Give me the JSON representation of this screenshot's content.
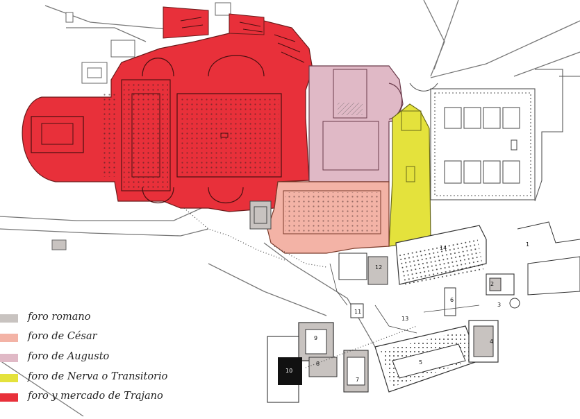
{
  "legend": {
    "items": [
      {
        "label": "foro romano",
        "color": "#c8c3c0"
      },
      {
        "label": "foro de César",
        "color": "#f3b3a6"
      },
      {
        "label": "foro de Augusto",
        "color": "#e0b9c6"
      },
      {
        "label": "foro de Nerva o Transitorio",
        "color": "#e4e23c"
      },
      {
        "label": "foro y mercado de Trajano",
        "color": "#e8303a"
      }
    ]
  },
  "map_numbers": [
    "1",
    "2",
    "3",
    "4",
    "5",
    "6",
    "7",
    "8",
    "9",
    "10",
    "11",
    "12",
    "13",
    "14"
  ]
}
